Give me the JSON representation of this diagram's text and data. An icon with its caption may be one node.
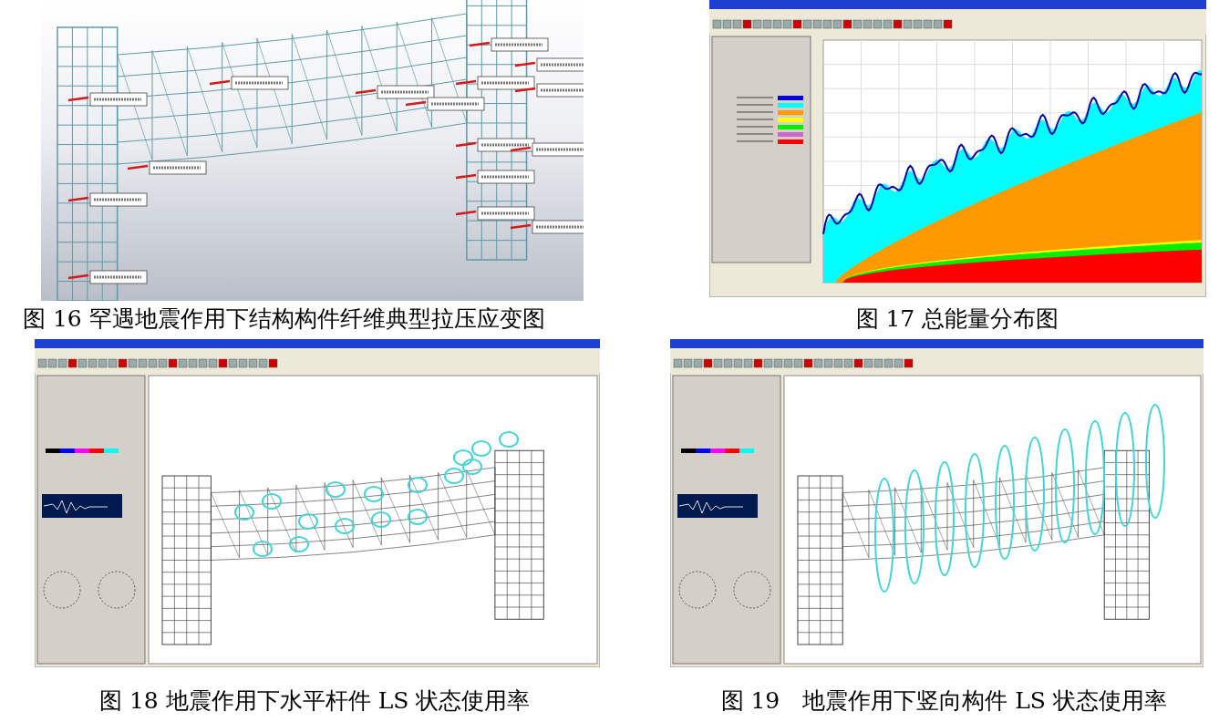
{
  "diagram": {
    "nodes": [
      {
        "text": [],
        "shape": "picture",
        "beside": [
          "图 16 罕遇地震作用下结构构件纤维典型拉压应变图"
        ]
      },
      {
        "text": [],
        "shape": "picture",
        "beside": [
          "图 17 总能量分布图"
        ]
      },
      {
        "text": [],
        "shape": "picture",
        "beside": [
          "图 18 地震作用下水平杆件 LS 状态使用率"
        ]
      },
      {
        "text": [],
        "shape": "picture",
        "beside": [
          "图 19　地震作用下竖向构件 LS 状态使用率"
        ]
      }
    ]
  }
}
